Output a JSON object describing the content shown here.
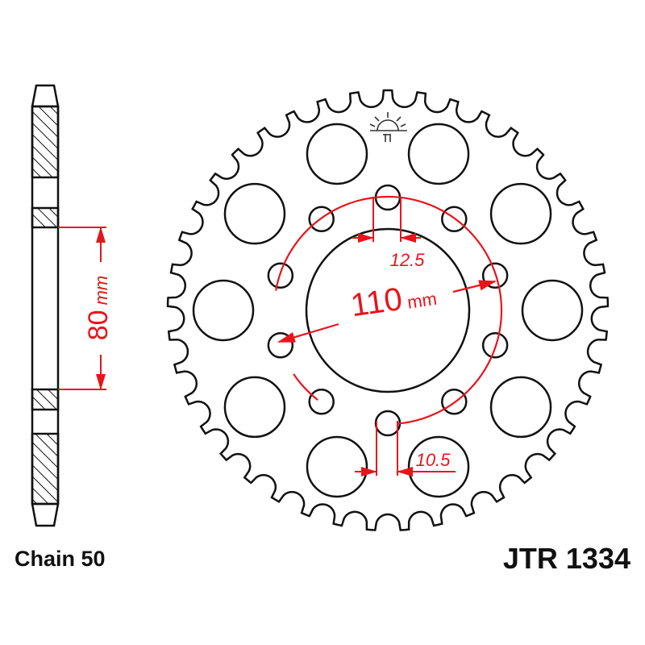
{
  "product": {
    "chain_label": "Chain 50",
    "part_number": "JTR 1334"
  },
  "dimensions": {
    "offset_value": "80",
    "offset_unit": "mm",
    "pcd_value": "110",
    "pcd_unit": "mm",
    "bolt_hole_diameter": "12.5",
    "slot_width": "10.5"
  },
  "sprocket": {
    "teeth": 41,
    "bolt_holes": 10,
    "lightening_holes": 10
  },
  "logo": {
    "icon": "rising-sun-icon",
    "text": "jt"
  },
  "colors": {
    "outline": "#111111",
    "dimension": "#e8141b",
    "background": "#ffffff"
  }
}
